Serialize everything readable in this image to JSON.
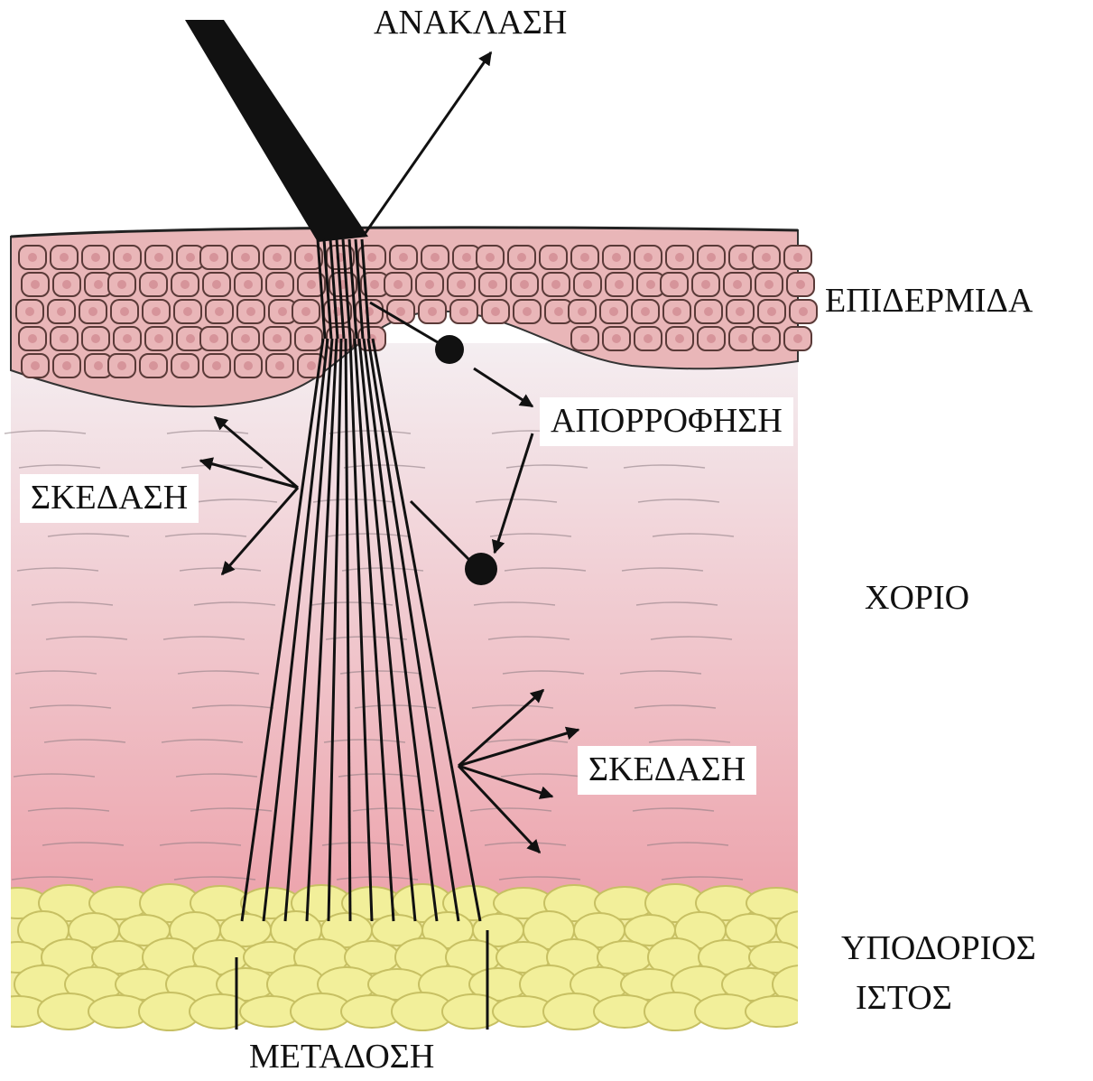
{
  "labels": {
    "reflection": "ΑΝΑΚΛΑΣΗ",
    "epidermis": "ΕΠΙΔΕΡΜΙΔΑ",
    "absorption": "ΑΠΟΡΡΟΦΗΣΗ",
    "scattering_left": "ΣΚΕΔΑΣΗ",
    "dermis": "ΧΟΡΙΟ",
    "scattering_right": "ΣΚΕΔΑΣΗ",
    "subcutaneous_line1": "ΥΠΟΔΟΡΙΟΣ",
    "subcutaneous_line2": "ΙΣΤΟΣ",
    "transmission": "ΜΕΤΑΔΟΣΗ"
  },
  "colors": {
    "epidermis_fill": "#e9b6b8",
    "cell_border": "#5a3a38",
    "cell_nucleus": "#d6949a",
    "dermis_top": "#f3ecef",
    "dermis_bottom": "#ec9fa8",
    "fat_fill": "#f2ef9a",
    "fat_border": "#c7c063",
    "ray": "#111111"
  }
}
